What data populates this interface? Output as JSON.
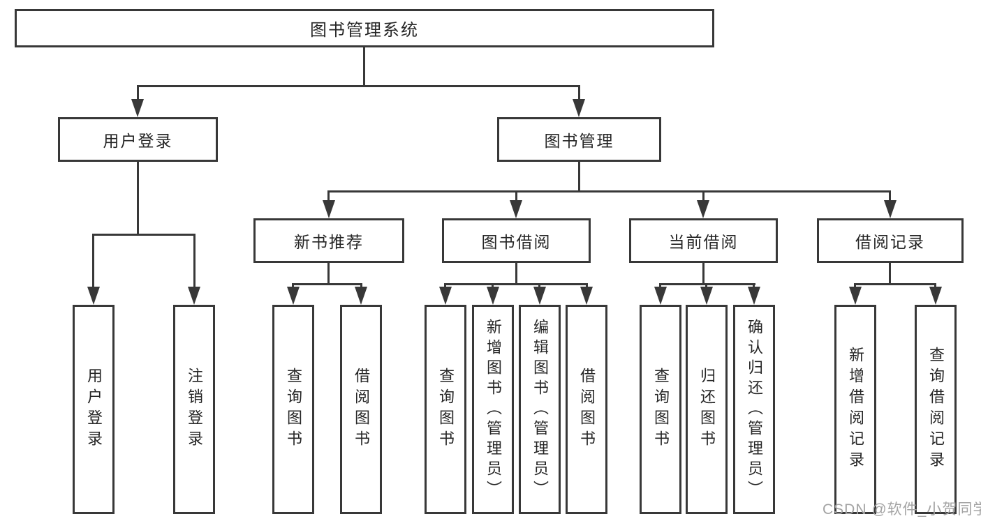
{
  "diagram_title": "图书管理系统",
  "nodes": {
    "root": "图书管理系统",
    "user_login": "用户登录",
    "book_mgmt": "图书管理",
    "new_book_rec": "新书推荐",
    "book_borrow": "图书借阅",
    "current_borrow": "当前借阅",
    "borrow_records": "借阅记录",
    "leaf_user_login": "用户登录",
    "leaf_logout": "注销登录",
    "rec_query_books": "查询图书",
    "rec_borrow_books": "借阅图书",
    "bb_query_books": "查询图书",
    "bb_add_books": "新增图书（管理员）",
    "bb_edit_books": "编辑图书（管理员）",
    "bb_borrow_books": "借阅图书",
    "cb_query_books": "查询图书",
    "cb_return_books": "归还图书",
    "cb_confirm_return": "确认归还（管理员）",
    "br_add_record": "新增借阅记录",
    "br_query_record": "查询借阅记录"
  },
  "watermark": "CSDN @软件_小贺同学",
  "colors": {
    "line": "#383838",
    "text": "#262626",
    "background": "#ffffff",
    "watermark": "#a3a3a3"
  }
}
